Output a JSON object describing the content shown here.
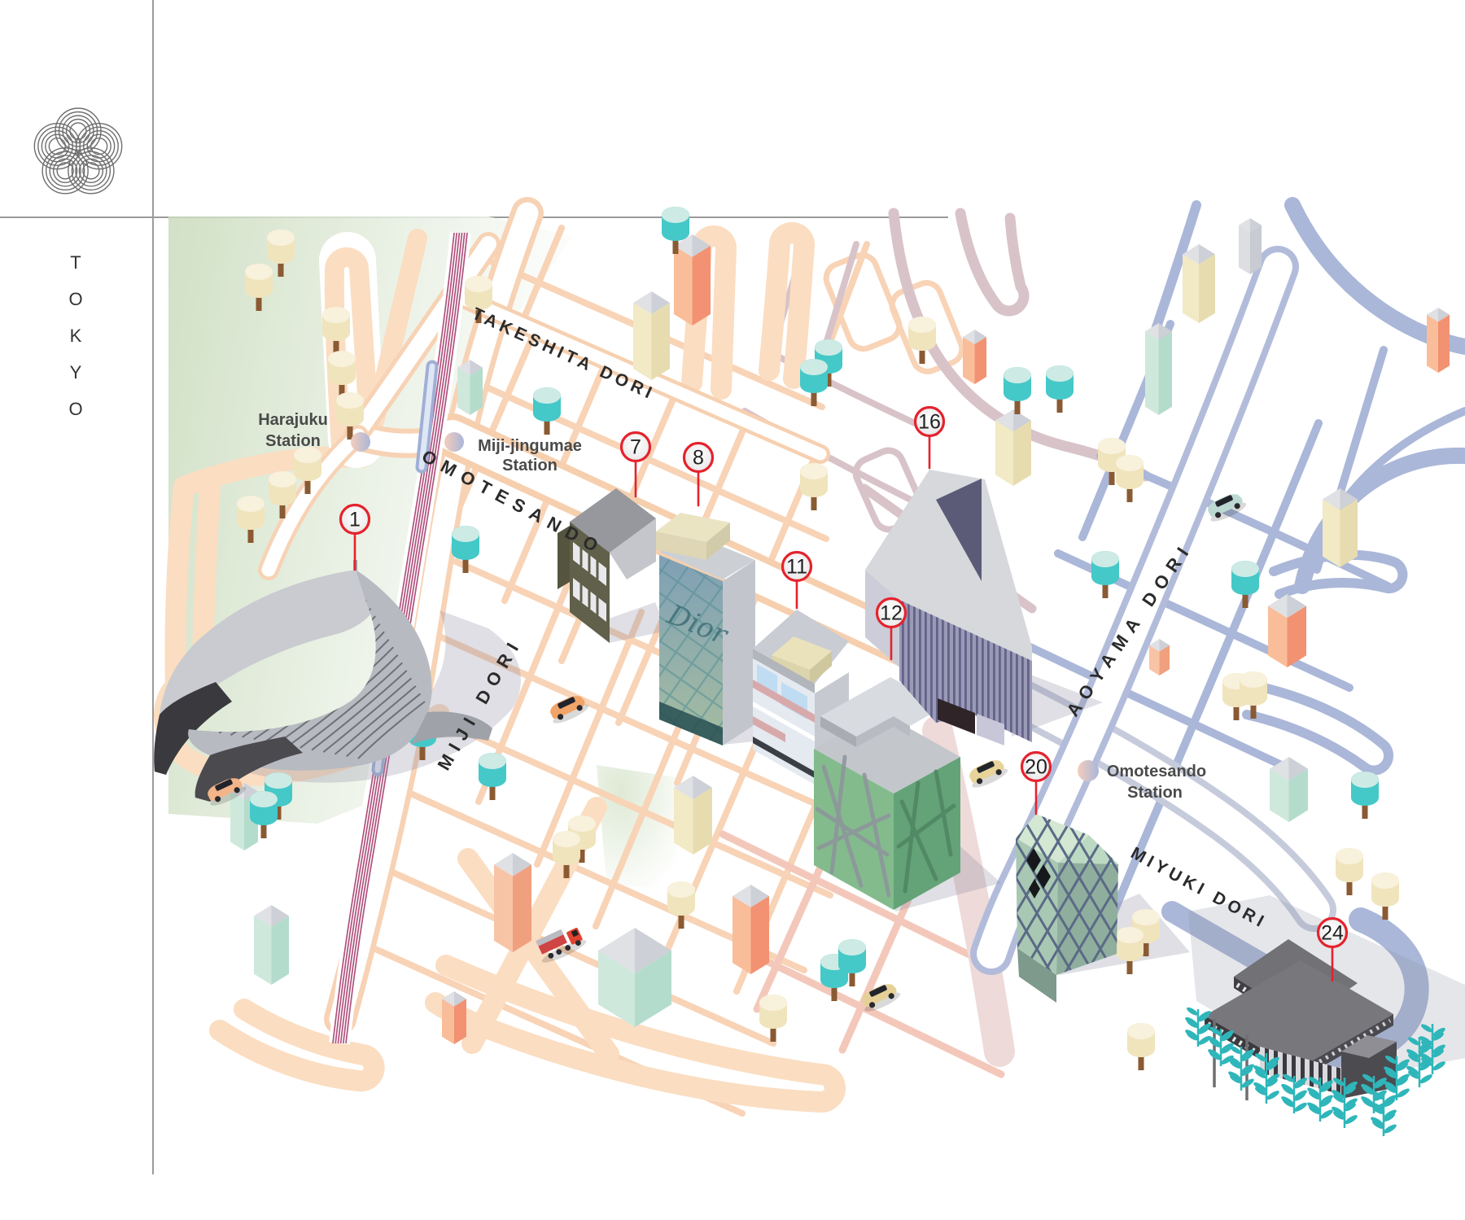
{
  "brand": {
    "logo_icon": "knot-icon",
    "title": "TOKYO",
    "title_letters": [
      "T",
      "O",
      "K",
      "Y",
      "O"
    ]
  },
  "map": {
    "street_labels": [
      {
        "id": "takeshita-dori",
        "text": "TAKESHITA DORI"
      },
      {
        "id": "omotesando",
        "text": "OMOTESANDO"
      },
      {
        "id": "miji-dori",
        "text": "MIJI DORI"
      },
      {
        "id": "aoyama-dori",
        "text": "AOYAMA DORI"
      },
      {
        "id": "miyuki-dori",
        "text": "MIYUKI DORI"
      }
    ],
    "stations": [
      {
        "id": "harajuku",
        "line1": "Harajuku",
        "line2": "Station"
      },
      {
        "id": "miji-jingumae",
        "line1": "Miji-jingumae",
        "line2": "Station"
      },
      {
        "id": "omotesando-station",
        "line1": "Omotesando",
        "line2": "Station"
      }
    ],
    "markers": [
      {
        "number": "1"
      },
      {
        "number": "7"
      },
      {
        "number": "8"
      },
      {
        "number": "11"
      },
      {
        "number": "12"
      },
      {
        "number": "16"
      },
      {
        "number": "20"
      },
      {
        "number": "24"
      }
    ],
    "signs": {
      "dior": "Dior"
    }
  },
  "colors": {
    "marker_ring": "#e5222c",
    "road_peach": "#fbddc1",
    "road_mauve": "#d8c3c9",
    "road_periwinkle": "#aab7d8",
    "tree_teal": "#45c8c8",
    "tree_cream": "#f0e4bd",
    "park_green": "#c9dbbc"
  }
}
